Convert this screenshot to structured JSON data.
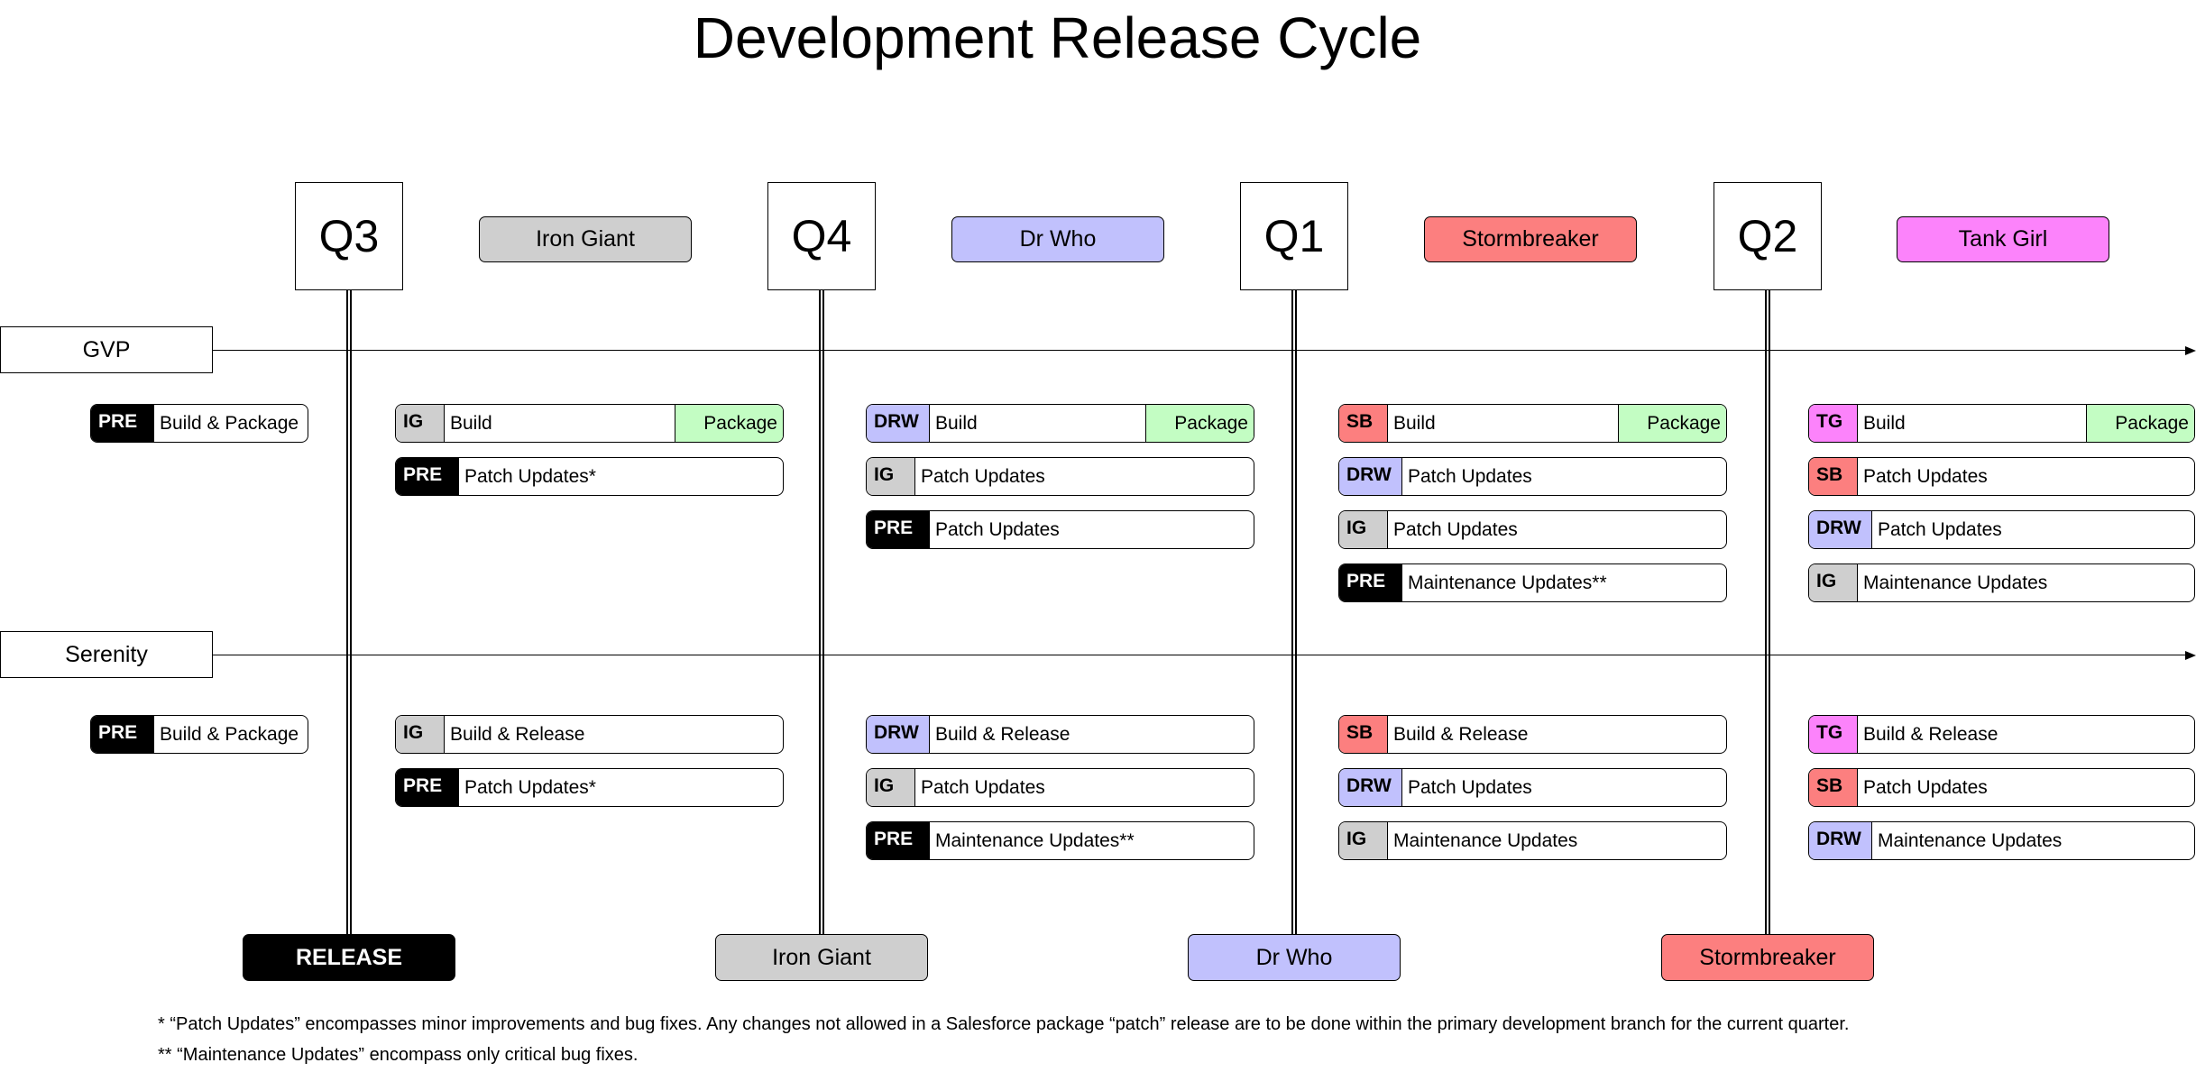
{
  "title": "Development Release Cycle",
  "colors": {
    "pre": "#000000",
    "ig": "#cfcfcf",
    "drw": "#c1c1fd",
    "sb": "#fc7f7f",
    "tg": "#fc83fb",
    "package": "#c3fdc3"
  },
  "quarters": [
    {
      "label": "Q3",
      "release": "Iron Giant",
      "release_color": "#cfcfcf"
    },
    {
      "label": "Q4",
      "release": "Dr Who",
      "release_color": "#c1c1fd"
    },
    {
      "label": "Q1",
      "release": "Stormbreaker",
      "release_color": "#fc7f7f"
    },
    {
      "label": "Q2",
      "release": "Tank Girl",
      "release_color": "#fc83fb"
    }
  ],
  "lanes": [
    {
      "label": "GVP",
      "columns": [
        [
          {
            "tag": "PRE",
            "text": "Build & Package",
            "color": "#000000"
          }
        ],
        [
          {
            "tag": "IG",
            "text": "Build",
            "package": "Package",
            "color": "#cfcfcf"
          },
          {
            "tag": "PRE",
            "text": "Patch Updates*",
            "color": "#000000"
          }
        ],
        [
          {
            "tag": "DRW",
            "text": "Build",
            "package": "Package",
            "color": "#c1c1fd"
          },
          {
            "tag": "IG",
            "text": "Patch Updates",
            "color": "#cfcfcf"
          },
          {
            "tag": "PRE",
            "text": "Patch Updates",
            "color": "#000000"
          }
        ],
        [
          {
            "tag": "SB",
            "text": "Build",
            "package": "Package",
            "color": "#fc7f7f"
          },
          {
            "tag": "DRW",
            "text": "Patch Updates",
            "color": "#c1c1fd"
          },
          {
            "tag": "IG",
            "text": "Patch Updates",
            "color": "#cfcfcf"
          },
          {
            "tag": "PRE",
            "text": "Maintenance Updates**",
            "color": "#000000"
          }
        ],
        [
          {
            "tag": "TG",
            "text": "Build",
            "package": "Package",
            "color": "#fc83fb"
          },
          {
            "tag": "SB",
            "text": "Patch Updates",
            "color": "#fc7f7f"
          },
          {
            "tag": "DRW",
            "text": "Patch Updates",
            "color": "#c1c1fd"
          },
          {
            "tag": "IG",
            "text": "Maintenance Updates",
            "color": "#cfcfcf"
          }
        ]
      ]
    },
    {
      "label": "Serenity",
      "columns": [
        [
          {
            "tag": "PRE",
            "text": "Build & Package",
            "color": "#000000"
          }
        ],
        [
          {
            "tag": "IG",
            "text": "Build & Release",
            "color": "#cfcfcf"
          },
          {
            "tag": "PRE",
            "text": "Patch Updates*",
            "color": "#000000"
          }
        ],
        [
          {
            "tag": "DRW",
            "text": "Build & Release",
            "color": "#c1c1fd"
          },
          {
            "tag": "IG",
            "text": "Patch Updates",
            "color": "#cfcfcf"
          },
          {
            "tag": "PRE",
            "text": "Maintenance Updates**",
            "color": "#000000"
          }
        ],
        [
          {
            "tag": "SB",
            "text": "Build & Release",
            "color": "#fc7f7f"
          },
          {
            "tag": "DRW",
            "text": "Patch Updates",
            "color": "#c1c1fd"
          },
          {
            "tag": "IG",
            "text": "Maintenance Updates",
            "color": "#cfcfcf"
          }
        ],
        [
          {
            "tag": "TG",
            "text": "Build & Release",
            "color": "#fc83fb"
          },
          {
            "tag": "SB",
            "text": "Patch Updates",
            "color": "#fc7f7f"
          },
          {
            "tag": "DRW",
            "text": "Maintenance Updates",
            "color": "#c1c1fd"
          }
        ]
      ]
    }
  ],
  "bottom_releases": [
    {
      "label": "RELEASE",
      "color": "#000000",
      "text_color": "#ffffff",
      "bold": true
    },
    {
      "label": "Iron Giant",
      "color": "#cfcfcf",
      "text_color": "#000000"
    },
    {
      "label": "Dr Who",
      "color": "#c1c1fd",
      "text_color": "#000000"
    },
    {
      "label": "Stormbreaker",
      "color": "#fc7f7f",
      "text_color": "#000000"
    }
  ],
  "footnotes": [
    "* “Patch Updates” encompasses minor improvements and bug fixes. Any changes not allowed in a Salesforce package “patch” release are to be done within the primary development branch for the current quarter.",
    "** “Maintenance Updates” encompass only critical bug fixes."
  ]
}
